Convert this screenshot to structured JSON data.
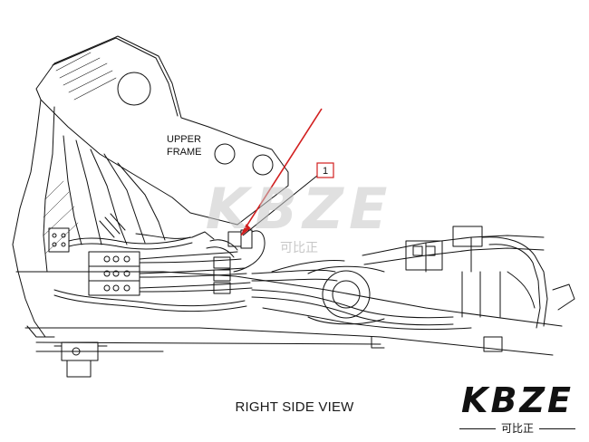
{
  "diagram": {
    "labels": {
      "upper_frame_line1": "UPPER",
      "upper_frame_line2": "FRAME",
      "callout_number": "1"
    },
    "view_title": "RIGHT SIDE VIEW",
    "watermark": {
      "brand": "KBZE",
      "sub": "可比正"
    },
    "logo": {
      "brand": "KBZE",
      "sub": "可比正"
    },
    "colors": {
      "line": "#111111",
      "callout": "#d21f1f",
      "watermark": "#c8c8c8"
    }
  }
}
